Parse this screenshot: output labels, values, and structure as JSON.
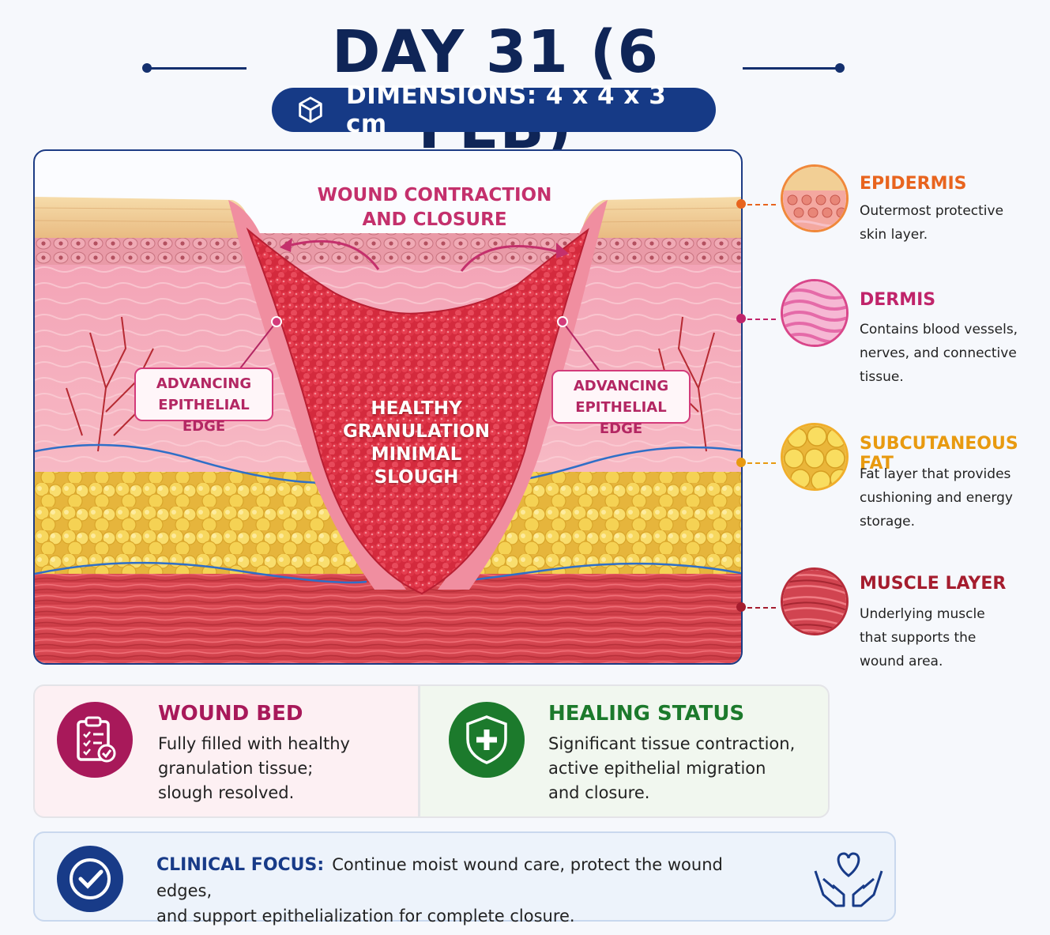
{
  "header": {
    "title": "DAY 31 (6 FEB)",
    "dimensions": "DIMENSIONS: 4 x 4 x 3 cm"
  },
  "diagram": {
    "contraction_label_line1": "WOUND CONTRACTION",
    "contraction_label_line2": "AND CLOSURE",
    "edge_left_line1": "ADVANCING",
    "edge_left_line2": "EPITHELIAL EDGE",
    "edge_right_line1": "ADVANCING",
    "edge_right_line2": "EPITHELIAL EDGE",
    "center_line1": "HEALTHY",
    "center_line2": "GRANULATION",
    "center_line3": "MINIMAL SLOUGH"
  },
  "legend": [
    {
      "title": "EPIDERMIS",
      "line1": "Outermost protective",
      "line2": "skin layer.",
      "line3": "",
      "color": "#e8641e"
    },
    {
      "title": "DERMIS",
      "line1": "Contains blood vessels,",
      "line2": "nerves, and connective",
      "line3": "tissue.",
      "color": "#c0246a"
    },
    {
      "title": "SUBCUTANEOUS FAT",
      "line1": "Fat layer that provides",
      "line2": "cushioning and energy",
      "line3": "storage.",
      "color": "#e89a10"
    },
    {
      "title": "MUSCLE LAYER",
      "line1": "Underlying muscle",
      "line2": "that supports the",
      "line3": "wound area.",
      "color": "#a51d2e"
    }
  ],
  "wound_bed": {
    "title": "WOUND BED",
    "line1": "Fully filled with healthy",
    "line2": "granulation tissue;",
    "line3": "slough resolved.",
    "icon": "clipboard-check-icon",
    "color": "#a8195a"
  },
  "healing_status": {
    "title": "HEALING STATUS",
    "line1": "Significant tissue contraction,",
    "line2": "active epithelial migration",
    "line3": "and closure.",
    "icon": "shield-plus-icon",
    "color": "#1c7a2c"
  },
  "clinical_focus": {
    "label": "CLINICAL FOCUS:",
    "line1": "Continue moist wound care, protect the wound edges,",
    "line2": "and support epithelialization for complete closure.",
    "icon": "check-circle-icon",
    "right_icon": "hands-heart-icon",
    "color": "#183b88"
  }
}
